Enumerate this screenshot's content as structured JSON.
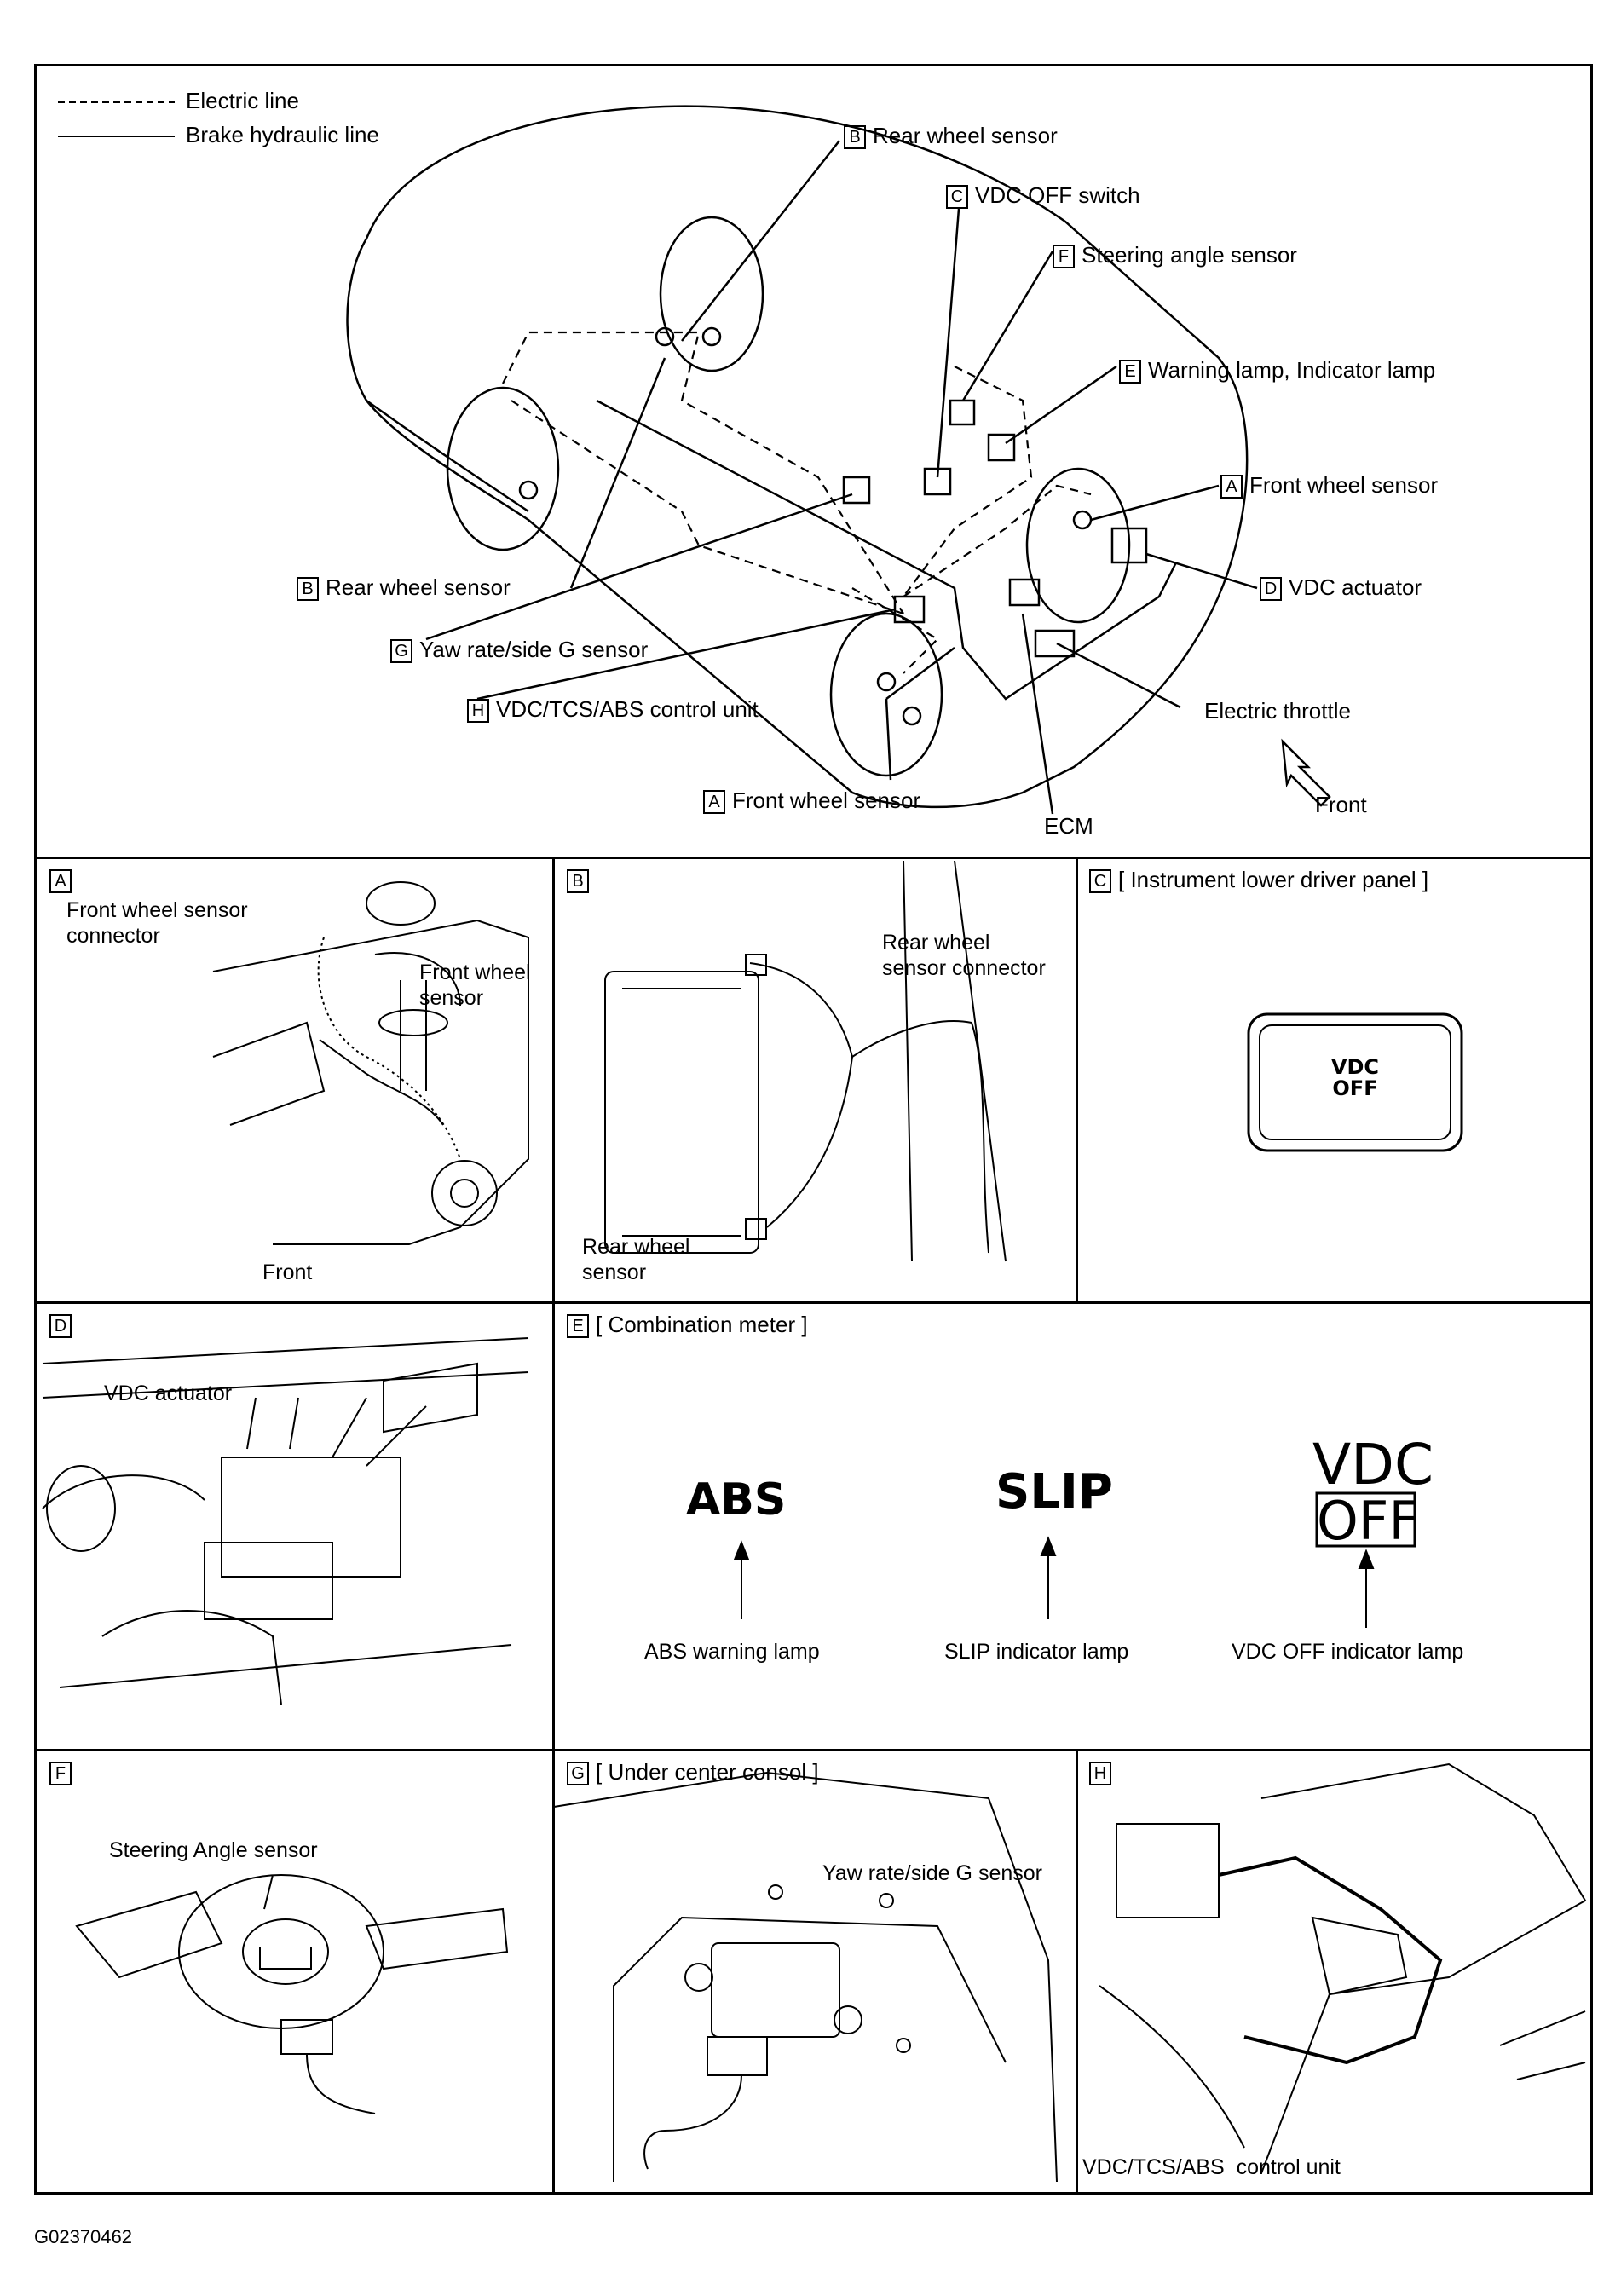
{
  "legend": {
    "electric": "Electric line",
    "hydraulic": "Brake hydraulic line"
  },
  "main": {
    "b_top": {
      "letter": "B",
      "text": "Rear wheel sensor"
    },
    "c": {
      "letter": "C",
      "text": "VDC OFF switch"
    },
    "f": {
      "letter": "F",
      "text": "Steering angle sensor"
    },
    "e": {
      "letter": "E",
      "text": "Warning lamp, Indicator lamp"
    },
    "a_right": {
      "letter": "A",
      "text": "Front wheel sensor"
    },
    "d": {
      "letter": "D",
      "text": "VDC actuator"
    },
    "b_left": {
      "letter": "B",
      "text": "Rear wheel sensor"
    },
    "g": {
      "letter": "G",
      "text": "Yaw rate/side G sensor"
    },
    "h": {
      "letter": "H",
      "text": "VDC/TCS/ABS control unit"
    },
    "throttle": "Electric throttle",
    "a_bottom": {
      "letter": "A",
      "text": "Front wheel sensor"
    },
    "ecm": "ECM",
    "front": "Front"
  },
  "panels": {
    "a": {
      "letter": "A",
      "connector": [
        "Front wheel sensor",
        "connector"
      ],
      "sensor": [
        "Front wheel",
        "sensor"
      ],
      "front": "Front"
    },
    "b": {
      "letter": "B",
      "connector": [
        "Rear wheel",
        "sensor connector"
      ],
      "sensor": [
        "Rear wheel",
        "sensor"
      ]
    },
    "c": {
      "letter": "C",
      "title": "[ Instrument lower driver panel ]",
      "button": [
        "VDC",
        "OFF"
      ]
    },
    "d": {
      "letter": "D",
      "label": "VDC actuator"
    },
    "e": {
      "letter": "E",
      "title": "[ Combination meter ]",
      "lamps": [
        {
          "symbol": "ABS",
          "label": "ABS warning lamp"
        },
        {
          "symbol": "SLIP",
          "label": "SLIP indicator lamp"
        },
        {
          "symbol_top": "VDC",
          "symbol_bottom": "OFF",
          "label": "VDC OFF indicator lamp"
        }
      ]
    },
    "f": {
      "letter": "F",
      "label": "Steering Angle sensor"
    },
    "g": {
      "letter": "G",
      "title": "[ Under center consol ]",
      "label": "Yaw rate/side G sensor"
    },
    "h": {
      "letter": "H",
      "label": "VDC/TCS/ABS  control unit"
    }
  },
  "figure_code": "G02370462"
}
